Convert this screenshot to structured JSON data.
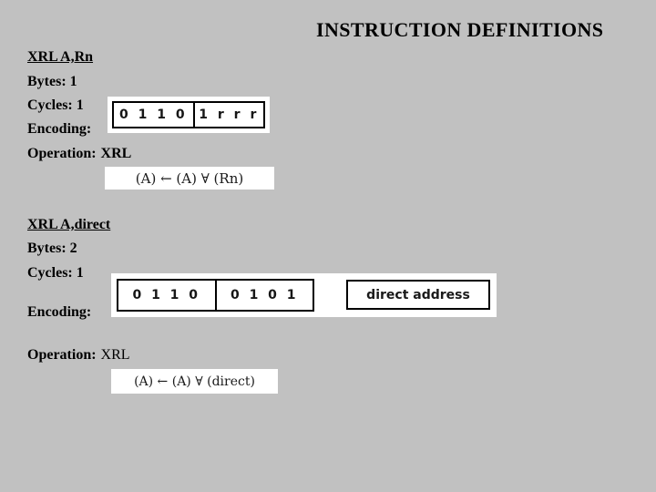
{
  "title": "INSTRUCTION DEFINITIONS",
  "colors": {
    "background": "#c1c1c1",
    "text": "#000000",
    "scan_background": "#ffffff",
    "scan_ink": "#1a1a1a",
    "box_border": "#000000"
  },
  "sections": [
    {
      "heading": "XRL A,Rn",
      "bytes": "Bytes: 1",
      "cycles": "Cycles: 1",
      "encoding_label": "Encoding:",
      "operation_label": "Operation:",
      "operation_mnemonic": "XRL",
      "encoding": {
        "cells": [
          "0 1 1 0",
          "1 r r r"
        ]
      },
      "formula": "(A) ← (A) ∀ (Rn)"
    },
    {
      "heading": "XRL A,direct",
      "bytes": "Bytes: 2",
      "cycles": "Cycles: 1",
      "encoding_label": "Encoding:",
      "operation_label": "Operation:",
      "operation_mnemonic": "XRL",
      "encoding": {
        "cells": [
          "0 1 1 0",
          "0 1 0 1"
        ],
        "operand": "direct address"
      },
      "formula": "(A) ← (A) ∀ (direct)"
    }
  ]
}
